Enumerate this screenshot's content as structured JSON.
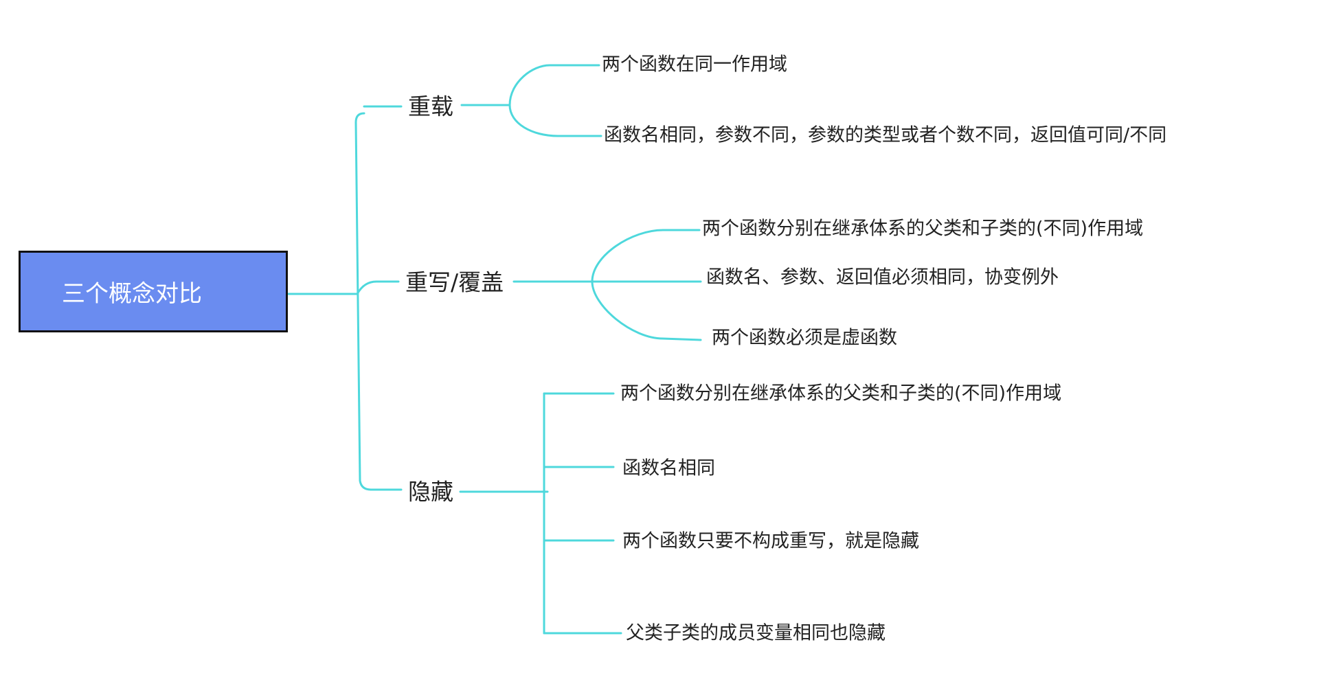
{
  "colors": {
    "root_fill": "#6A8CF0",
    "connector": "#4ED8DC",
    "text": "#222222"
  },
  "root": {
    "label": "三个概念对比"
  },
  "branches": [
    {
      "label": "重载",
      "items": [
        "两个函数在同一作用域",
        "函数名相同，参数不同，参数的类型或者个数不同，返回值可同/不同"
      ]
    },
    {
      "label": "重写/覆盖",
      "items": [
        "两个函数分别在继承体系的父类和子类的(不同)作用域",
        "函数名、参数、返回值必须相同，协变例外",
        "两个函数必须是虚函数"
      ]
    },
    {
      "label": "隐藏",
      "items": [
        "两个函数分别在继承体系的父类和子类的(不同)作用域",
        "函数名相同",
        "两个函数只要不构成重写，就是隐藏",
        "父类子类的成员变量相同也隐藏"
      ]
    }
  ]
}
